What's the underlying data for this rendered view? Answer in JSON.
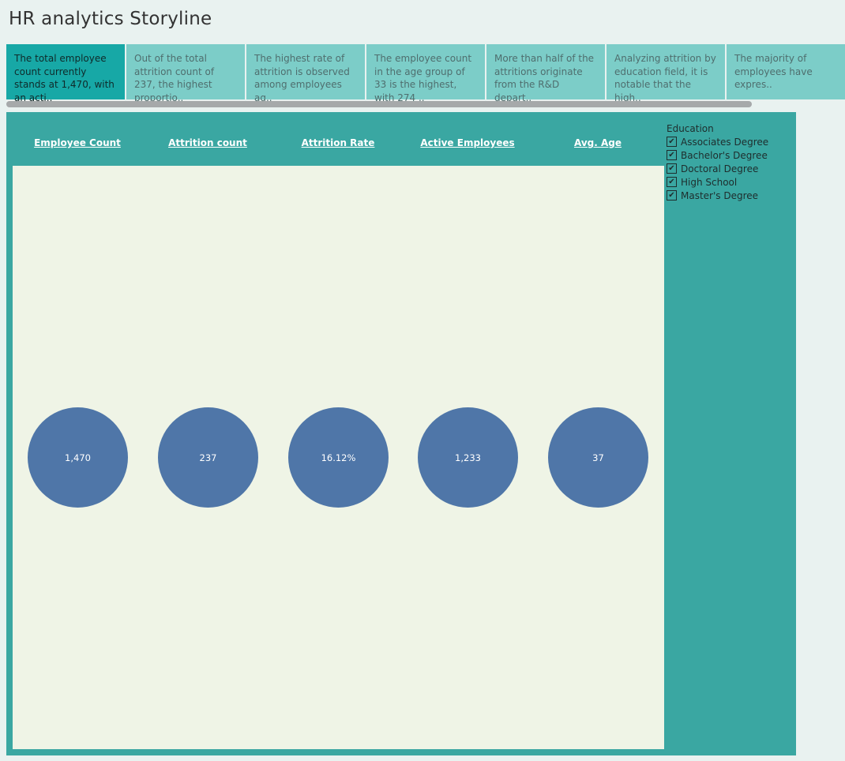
{
  "title": "HR analytics Storyline",
  "story_points": [
    "The total employee count currently stands at 1,470, with an acti..",
    "Out of the total attrition count of 237, the highest proportio..",
    "The highest rate of attrition is observed among employees ag..",
    "The employee count in the age group of 33 is the highest, with 274 ..",
    "More than half of the attritions originate from the R&D depart..",
    "Analyzing attrition by education field, it is notable that the high..",
    "The majority of employees have expres.."
  ],
  "kpis": [
    {
      "label": "Employee Count",
      "value": "1,470"
    },
    {
      "label": "Attrition count",
      "value": "237"
    },
    {
      "label": "Attrition Rate",
      "value": "16.12%"
    },
    {
      "label": "Active Employees",
      "value": "1,233"
    },
    {
      "label": "Avg. Age",
      "value": "37"
    }
  ],
  "filter": {
    "title": "Education",
    "items": [
      {
        "label": "Associates Degree",
        "checked": true
      },
      {
        "label": "Bachelor's Degree",
        "checked": true
      },
      {
        "label": "Doctoral Degree",
        "checked": true
      },
      {
        "label": "High School",
        "checked": true
      },
      {
        "label": "Master's Degree",
        "checked": true
      }
    ]
  },
  "colors": {
    "panel": "#3aa7a2",
    "tab_active": "#17a8a6",
    "tab": "#7ccdc8",
    "bubble": "#4f76a8",
    "chart_bg": "#eff4e6"
  }
}
